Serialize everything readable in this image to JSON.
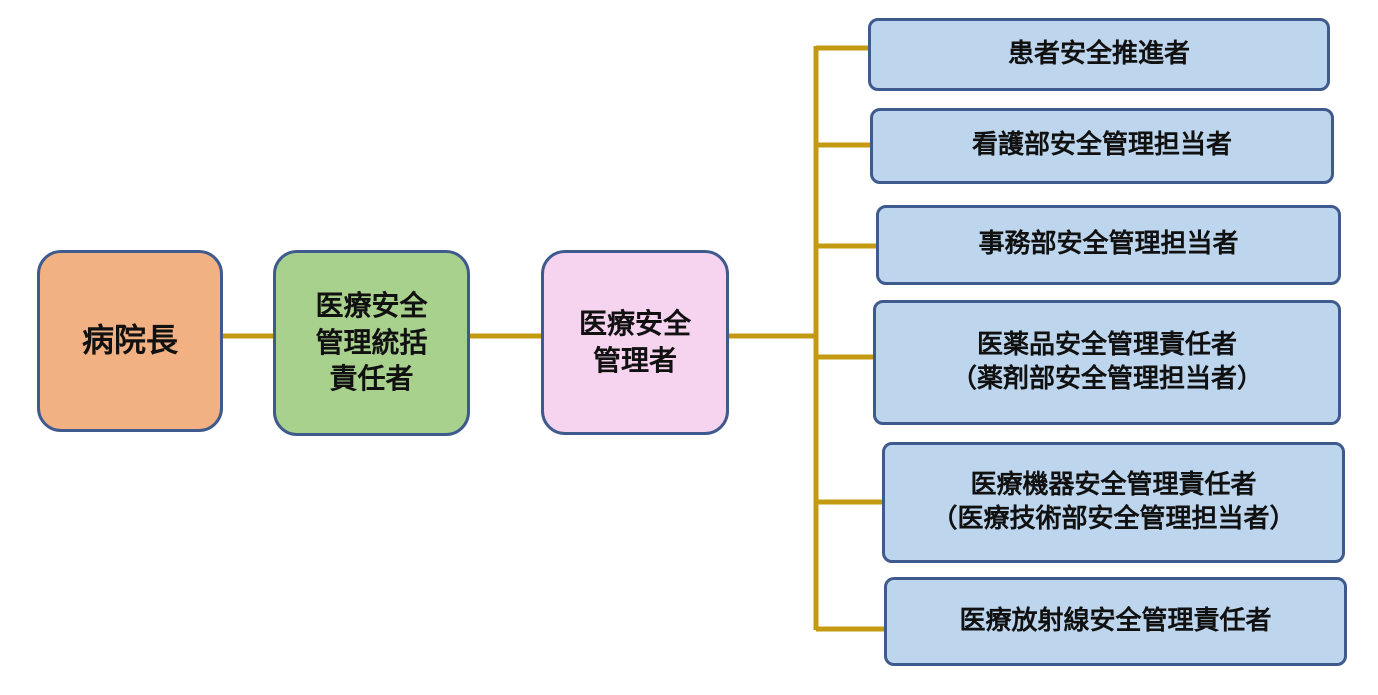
{
  "colors": {
    "connector": "#c39a10",
    "border": "#3f5a8c",
    "director_fill": "#f2b183",
    "supervisor_fill": "#a9d18e",
    "manager_fill": "#f6d3ee",
    "branch_fill": "#bdd6ee"
  },
  "nodes": {
    "director": {
      "lines": [
        "病院長"
      ]
    },
    "supervisor": {
      "lines": [
        "医療安全",
        "管理統括",
        "責任者"
      ]
    },
    "manager": {
      "lines": [
        "医療安全",
        "管理者"
      ]
    }
  },
  "branches": [
    {
      "lines": [
        "患者安全推進者"
      ]
    },
    {
      "lines": [
        "看護部安全管理担当者"
      ]
    },
    {
      "lines": [
        "事務部安全管理担当者"
      ]
    },
    {
      "lines": [
        "医薬品安全管理責任者",
        "（薬剤部安全管理担当者）"
      ]
    },
    {
      "lines": [
        "医療機器安全管理責任者",
        "（医療技術部安全管理担当者）"
      ]
    },
    {
      "lines": [
        "医療放射線安全管理責任者"
      ]
    }
  ]
}
